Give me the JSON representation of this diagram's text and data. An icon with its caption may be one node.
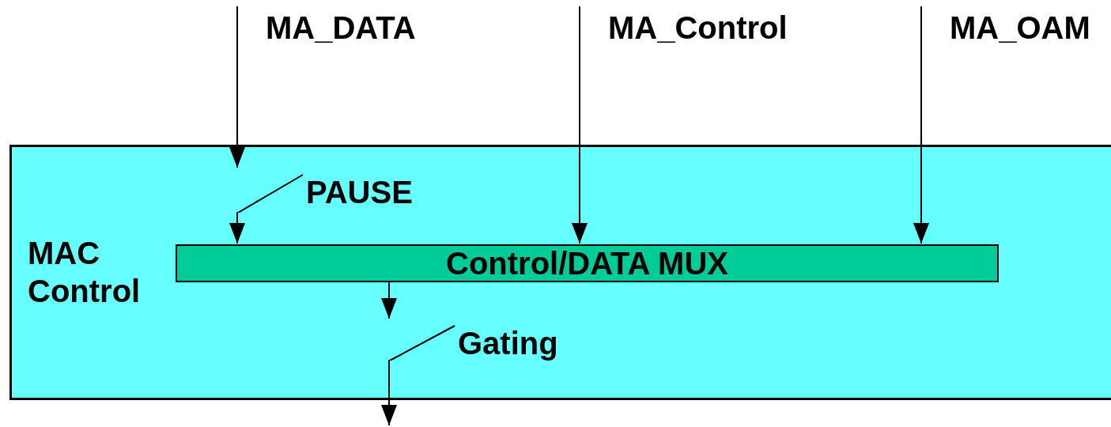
{
  "diagram": {
    "nodes": [
      {
        "text": [
          "MAC Control"
        ]
      },
      {
        "text": [
          "Control/DATA MUX"
        ],
        "in": 0
      },
      {
        "text": [
          "PAUSE"
        ],
        "in": 0
      },
      {
        "text": [
          "Gating"
        ],
        "in": 0
      }
    ],
    "edges": [
      {
        "from": null,
        "to": 2,
        "arrow": "to",
        "label": "MA_DATA"
      },
      {
        "from": 2,
        "to": 1,
        "arrow": "to"
      },
      {
        "from": null,
        "to": 1,
        "arrow": "to",
        "label": "MA_Control"
      },
      {
        "from": null,
        "to": 1,
        "arrow": "to",
        "label": "MA_OAM"
      },
      {
        "from": 1,
        "to": 3,
        "arrow": "to"
      },
      {
        "from": 3,
        "to": null,
        "arrow": "to"
      }
    ]
  }
}
